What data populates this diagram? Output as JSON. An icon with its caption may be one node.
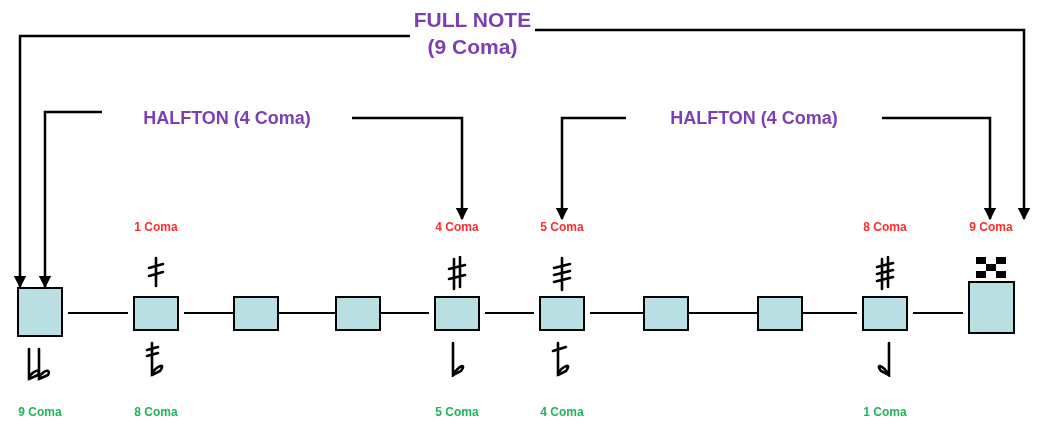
{
  "diagram": {
    "nodes": [
      {
        "text": [
          "FULL NOTE (9 Coma)"
        ]
      },
      {
        "text": [
          "HALFTON (4 Coma)"
        ]
      },
      {
        "text": [
          "HALFTON (4 Coma)"
        ]
      },
      {
        "text": [],
        "shape": "box",
        "beside": [
          "9 Coma"
        ]
      },
      {
        "text": [],
        "shape": "box",
        "beside": [
          "1 Coma",
          "8 Coma"
        ]
      },
      {
        "text": [],
        "shape": "box"
      },
      {
        "text": [],
        "shape": "box"
      },
      {
        "text": [],
        "shape": "box",
        "beside": [
          "4 Coma",
          "5 Coma"
        ]
      },
      {
        "text": [],
        "shape": "box",
        "beside": [
          "5 Coma",
          "4 Coma"
        ]
      },
      {
        "text": [],
        "shape": "box"
      },
      {
        "text": [],
        "shape": "box"
      },
      {
        "text": [],
        "shape": "box",
        "beside": [
          "8 Coma",
          "1 Coma"
        ]
      },
      {
        "text": [],
        "shape": "box",
        "beside": [
          "9 Coma"
        ]
      }
    ],
    "edges": [
      {
        "from": 0,
        "to": 3,
        "arrow": "to"
      },
      {
        "from": 0,
        "to": 12,
        "arrow": "to"
      },
      {
        "from": 1,
        "to": 3,
        "arrow": "to"
      },
      {
        "from": 1,
        "to": 7,
        "arrow": "to"
      },
      {
        "from": 2,
        "to": 8,
        "arrow": "to"
      },
      {
        "from": 2,
        "to": 12,
        "arrow": "to"
      },
      {
        "from": 3,
        "to": 4,
        "arrow": "none"
      },
      {
        "from": 4,
        "to": 5,
        "arrow": "none"
      },
      {
        "from": 5,
        "to": 6,
        "arrow": "none"
      },
      {
        "from": 6,
        "to": 7,
        "arrow": "none"
      },
      {
        "from": 7,
        "to": 8,
        "arrow": "none"
      },
      {
        "from": 8,
        "to": 9,
        "arrow": "none"
      },
      {
        "from": 9,
        "to": 10,
        "arrow": "none"
      },
      {
        "from": 10,
        "to": 11,
        "arrow": "none"
      },
      {
        "from": 11,
        "to": 12,
        "arrow": "none"
      }
    ]
  }
}
